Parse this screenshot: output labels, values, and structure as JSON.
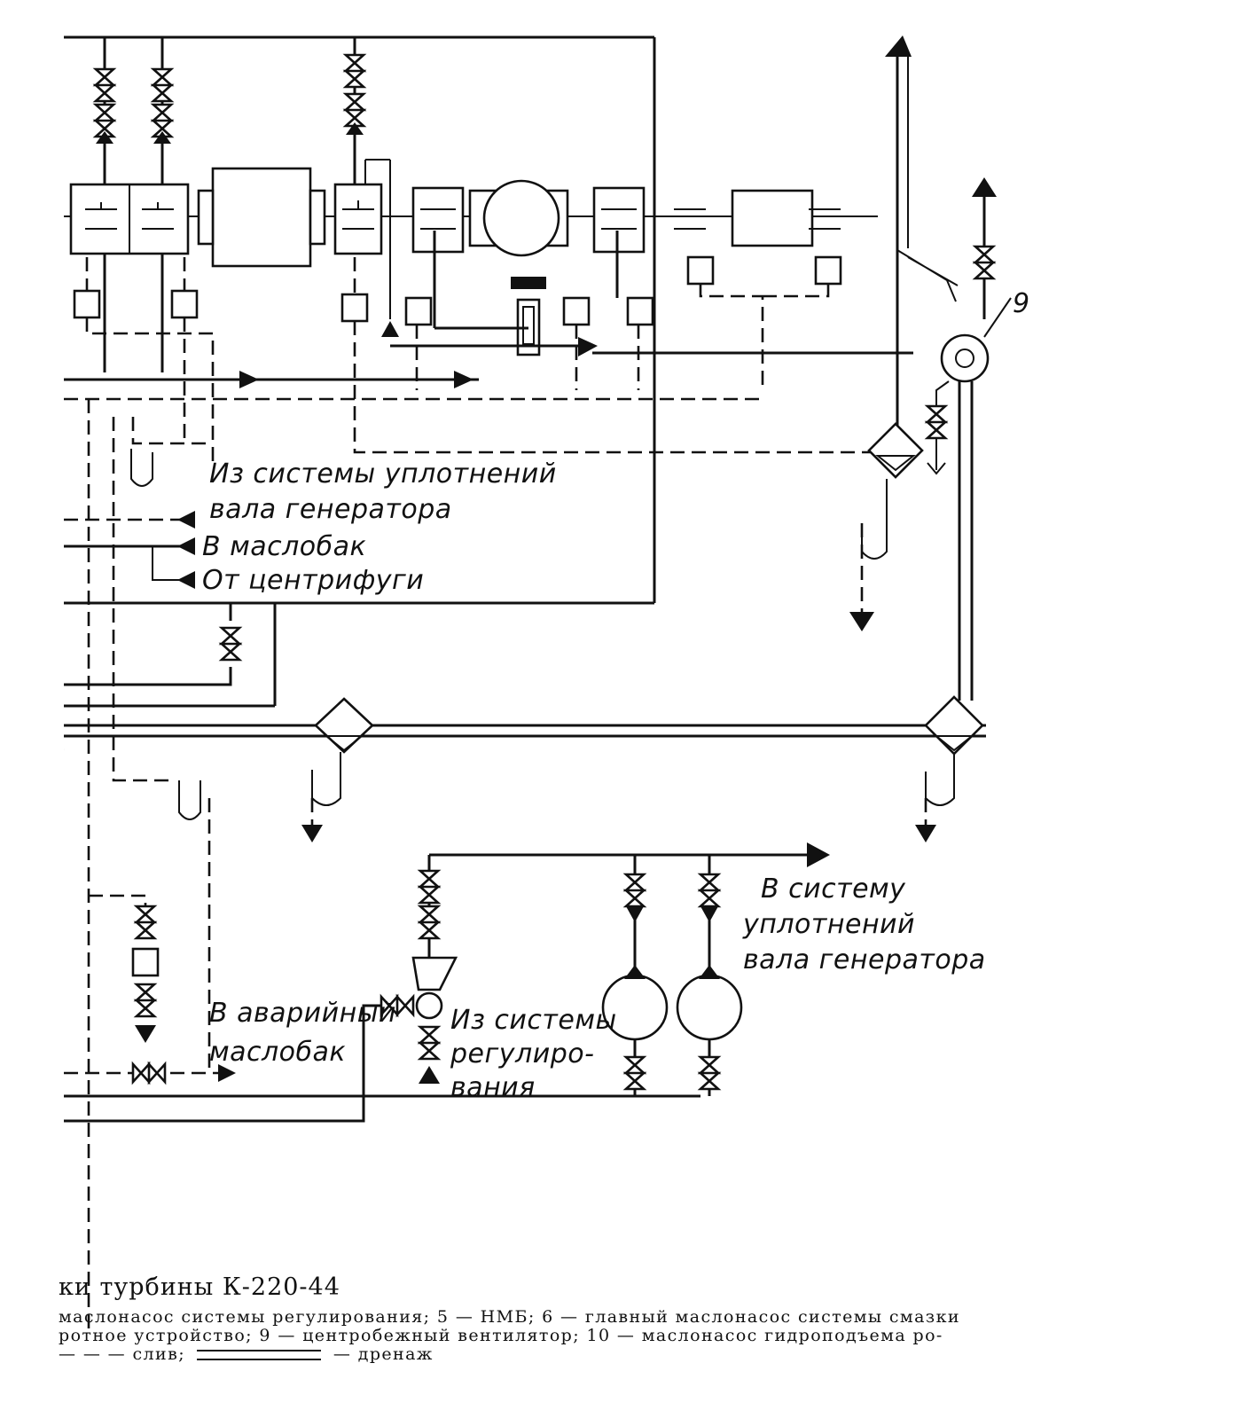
{
  "labels": {
    "seals_from_1": "Из системы уплотнений",
    "seals_from_2": "вала генератора",
    "to_oil_tank": "В маслобак",
    "from_centrifuge": "От центрифуги",
    "emergency_1": "В аварийный",
    "emergency_2": "маслобак",
    "from_reg_1": "Из системы",
    "from_reg_2": "регулиро-",
    "from_reg_3": "вания",
    "to_seals_1": "В систему",
    "to_seals_2": "уплотнений",
    "to_seals_3": "вала генератора",
    "item_9": "9"
  },
  "caption": {
    "title": "ки  турбины  К-220-44",
    "line1": "маслонасос системы регулирования; 5 — НМБ; 6 — главный маслонасос системы смазки",
    "line2": "ротное устройство; 9 — центробежный вентилятор; 10 — маслонасос гидроподъема ро-",
    "line3_a": "— —  — слив;",
    "line3_b": "— дренаж"
  }
}
